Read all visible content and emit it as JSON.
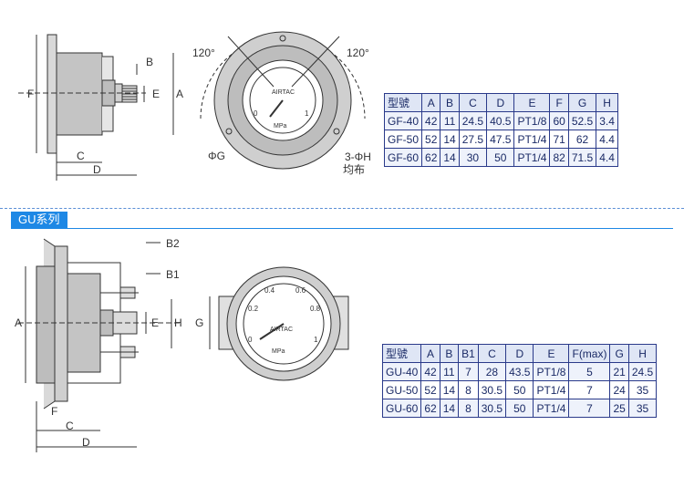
{
  "gf_section": {
    "side_labels": {
      "b": "B",
      "a": "A",
      "e": "E",
      "f": "F",
      "c": "C",
      "d": "D"
    },
    "front_labels": {
      "angle_left": "120°",
      "angle_right": "120°",
      "phi_g": "ΦG",
      "holes": "3-ΦH",
      "even": "均布"
    },
    "dial": {
      "brand": "AIRTAC",
      "unit": "MPa",
      "ticks": [
        "0",
        "1"
      ]
    },
    "table": {
      "headers": [
        "型號",
        "A",
        "B",
        "C",
        "D",
        "E",
        "F",
        "G",
        "H"
      ],
      "rows": [
        [
          "GF-40",
          "42",
          "11",
          "24.5",
          "40.5",
          "PT1/8",
          "60",
          "52.5",
          "3.4"
        ],
        [
          "GF-50",
          "52",
          "14",
          "27.5",
          "47.5",
          "PT1/4",
          "71",
          "62",
          "4.4"
        ],
        [
          "GF-60",
          "62",
          "14",
          "30",
          "50",
          "PT1/4",
          "82",
          "71.5",
          "4.4"
        ]
      ]
    }
  },
  "gu_section": {
    "tag": "GU系列",
    "side_labels": {
      "b2": "B2",
      "b1": "B1",
      "a": "A",
      "e": "E",
      "h": "H",
      "f": "F",
      "c": "C",
      "d": "D"
    },
    "front_labels": {
      "g": "G"
    },
    "dial": {
      "brand": "AIRTAC",
      "unit": "MPa",
      "ticks": [
        "0",
        "0.2",
        "0.4",
        "0.6",
        "0.8",
        "1"
      ]
    },
    "table": {
      "headers": [
        "型號",
        "A",
        "B",
        "B1",
        "C",
        "D",
        "E",
        "F(max)",
        "G",
        "H"
      ],
      "rows": [
        [
          "GU-40",
          "42",
          "11",
          "7",
          "28",
          "43.5",
          "PT1/8",
          "5",
          "21",
          "24.5"
        ],
        [
          "GU-50",
          "52",
          "14",
          "8",
          "30.5",
          "50",
          "PT1/4",
          "7",
          "24",
          "35"
        ],
        [
          "GU-60",
          "62",
          "14",
          "8",
          "30.5",
          "50",
          "PT1/4",
          "7",
          "25",
          "35"
        ]
      ]
    }
  }
}
